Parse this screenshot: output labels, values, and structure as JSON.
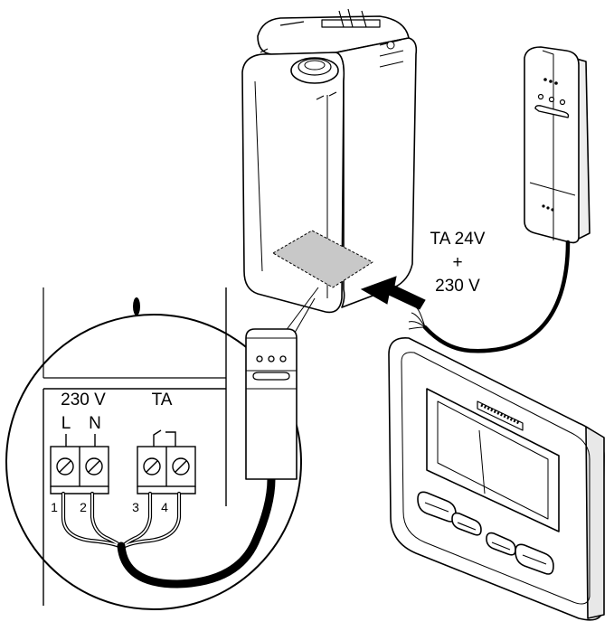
{
  "callout": {
    "line1": "TA 24V",
    "line2": "+",
    "line3": "230 V"
  },
  "terminal_block": {
    "group_230v": "230 V",
    "group_ta": "TA",
    "terminal_l": "L",
    "terminal_n": "N",
    "wire_1": "1",
    "wire_2": "2",
    "wire_3": "3",
    "wire_4": "4"
  },
  "colors": {
    "line": "#000000",
    "panel_gray": "#c8c8c8",
    "shadow_gray": "#e6e6e6",
    "background": "#ffffff"
  }
}
